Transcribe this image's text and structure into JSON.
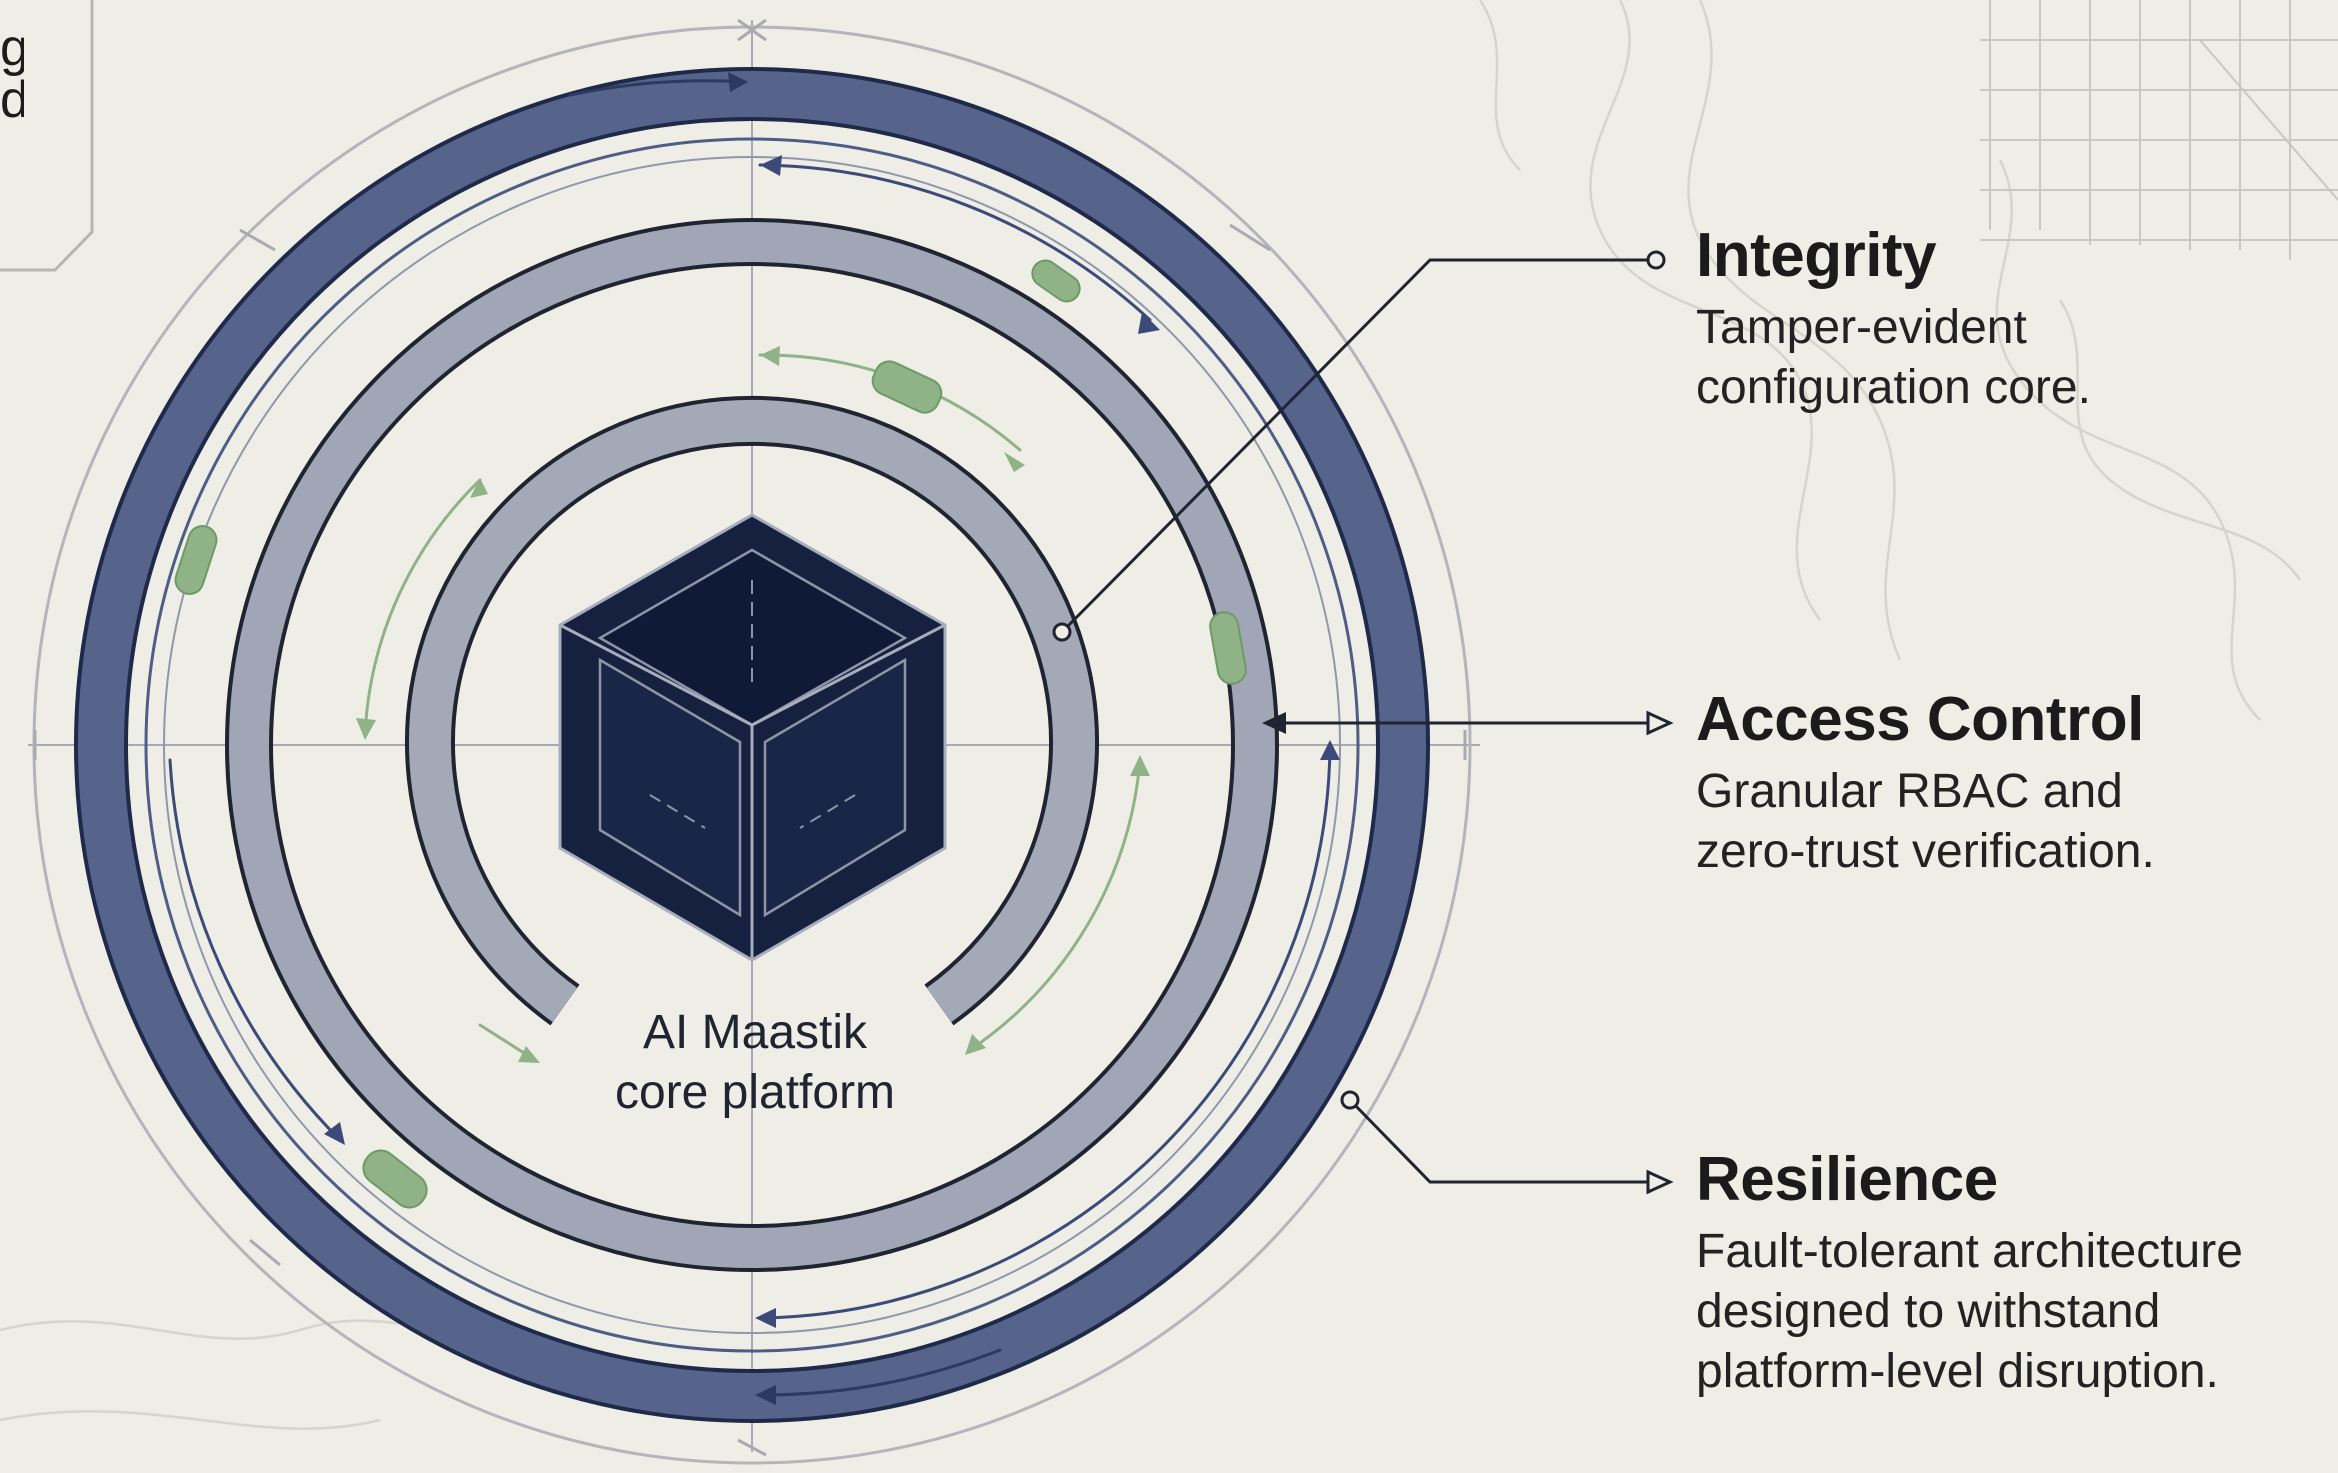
{
  "fragment_text": "g\nd",
  "core": {
    "label": "AI Maastik\ncore platform"
  },
  "features": [
    {
      "title": "Integrity",
      "description": "Tamper-evident\nconfiguration core."
    },
    {
      "title": "Access Control",
      "description": "Granular RBAC and\nzero-trust verification."
    },
    {
      "title": "Resilience",
      "description": "Fault-tolerant architecture\ndesigned to withstand\nplatform-level disruption."
    }
  ],
  "colors": {
    "background": "#eeede6",
    "outer_ring": "#4e5d85",
    "middle_ring": "#9ba2b3",
    "core_cube": "#16213f",
    "accent_green": "#8fb287",
    "line_dark": "#1f2430"
  }
}
